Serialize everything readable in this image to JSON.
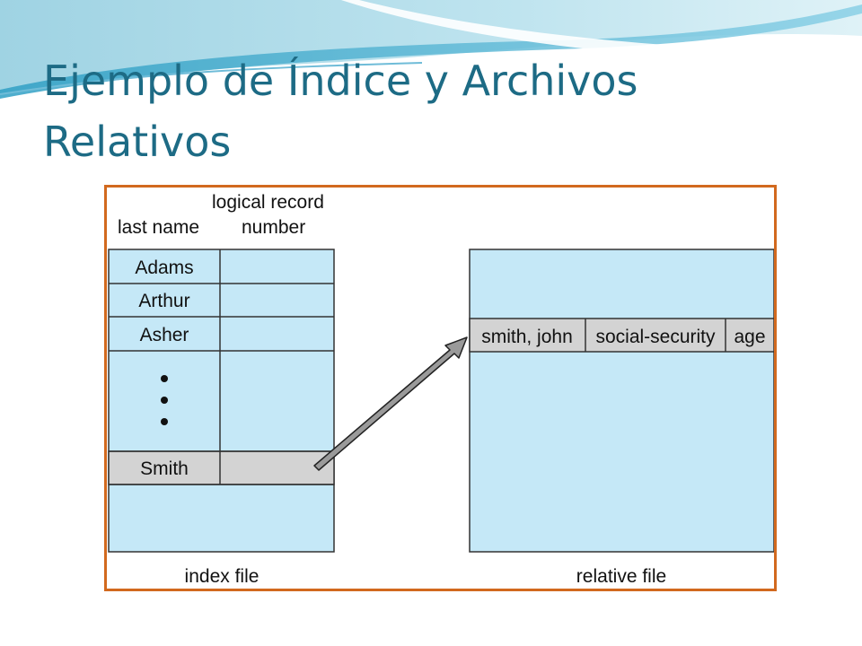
{
  "slide": {
    "title_line1": "Ejemplo de Índice y Archivos",
    "title_line2": "Relativos",
    "colors": {
      "title": "#1d6b85",
      "frame": "#d2691e",
      "cell_fill": "#c5e8f7",
      "highlight_fill": "#d3d3d3"
    }
  },
  "index_file": {
    "header_last_name": "last name",
    "header_record_line1": "logical record",
    "header_record_line2": "number",
    "rows": [
      {
        "name": "Adams",
        "highlighted": false
      },
      {
        "name": "Arthur",
        "highlighted": false
      },
      {
        "name": "Asher",
        "highlighted": false
      },
      {
        "name": "Smith",
        "highlighted": true
      }
    ],
    "ellipsis_dots": 3,
    "caption": "index file"
  },
  "relative_file": {
    "record_fields": [
      "smith, john",
      "social-security",
      "age"
    ],
    "caption": "relative file"
  },
  "pointer": {
    "from": "index_file.Smith.logical_record_number",
    "to": "relative_file.record"
  }
}
